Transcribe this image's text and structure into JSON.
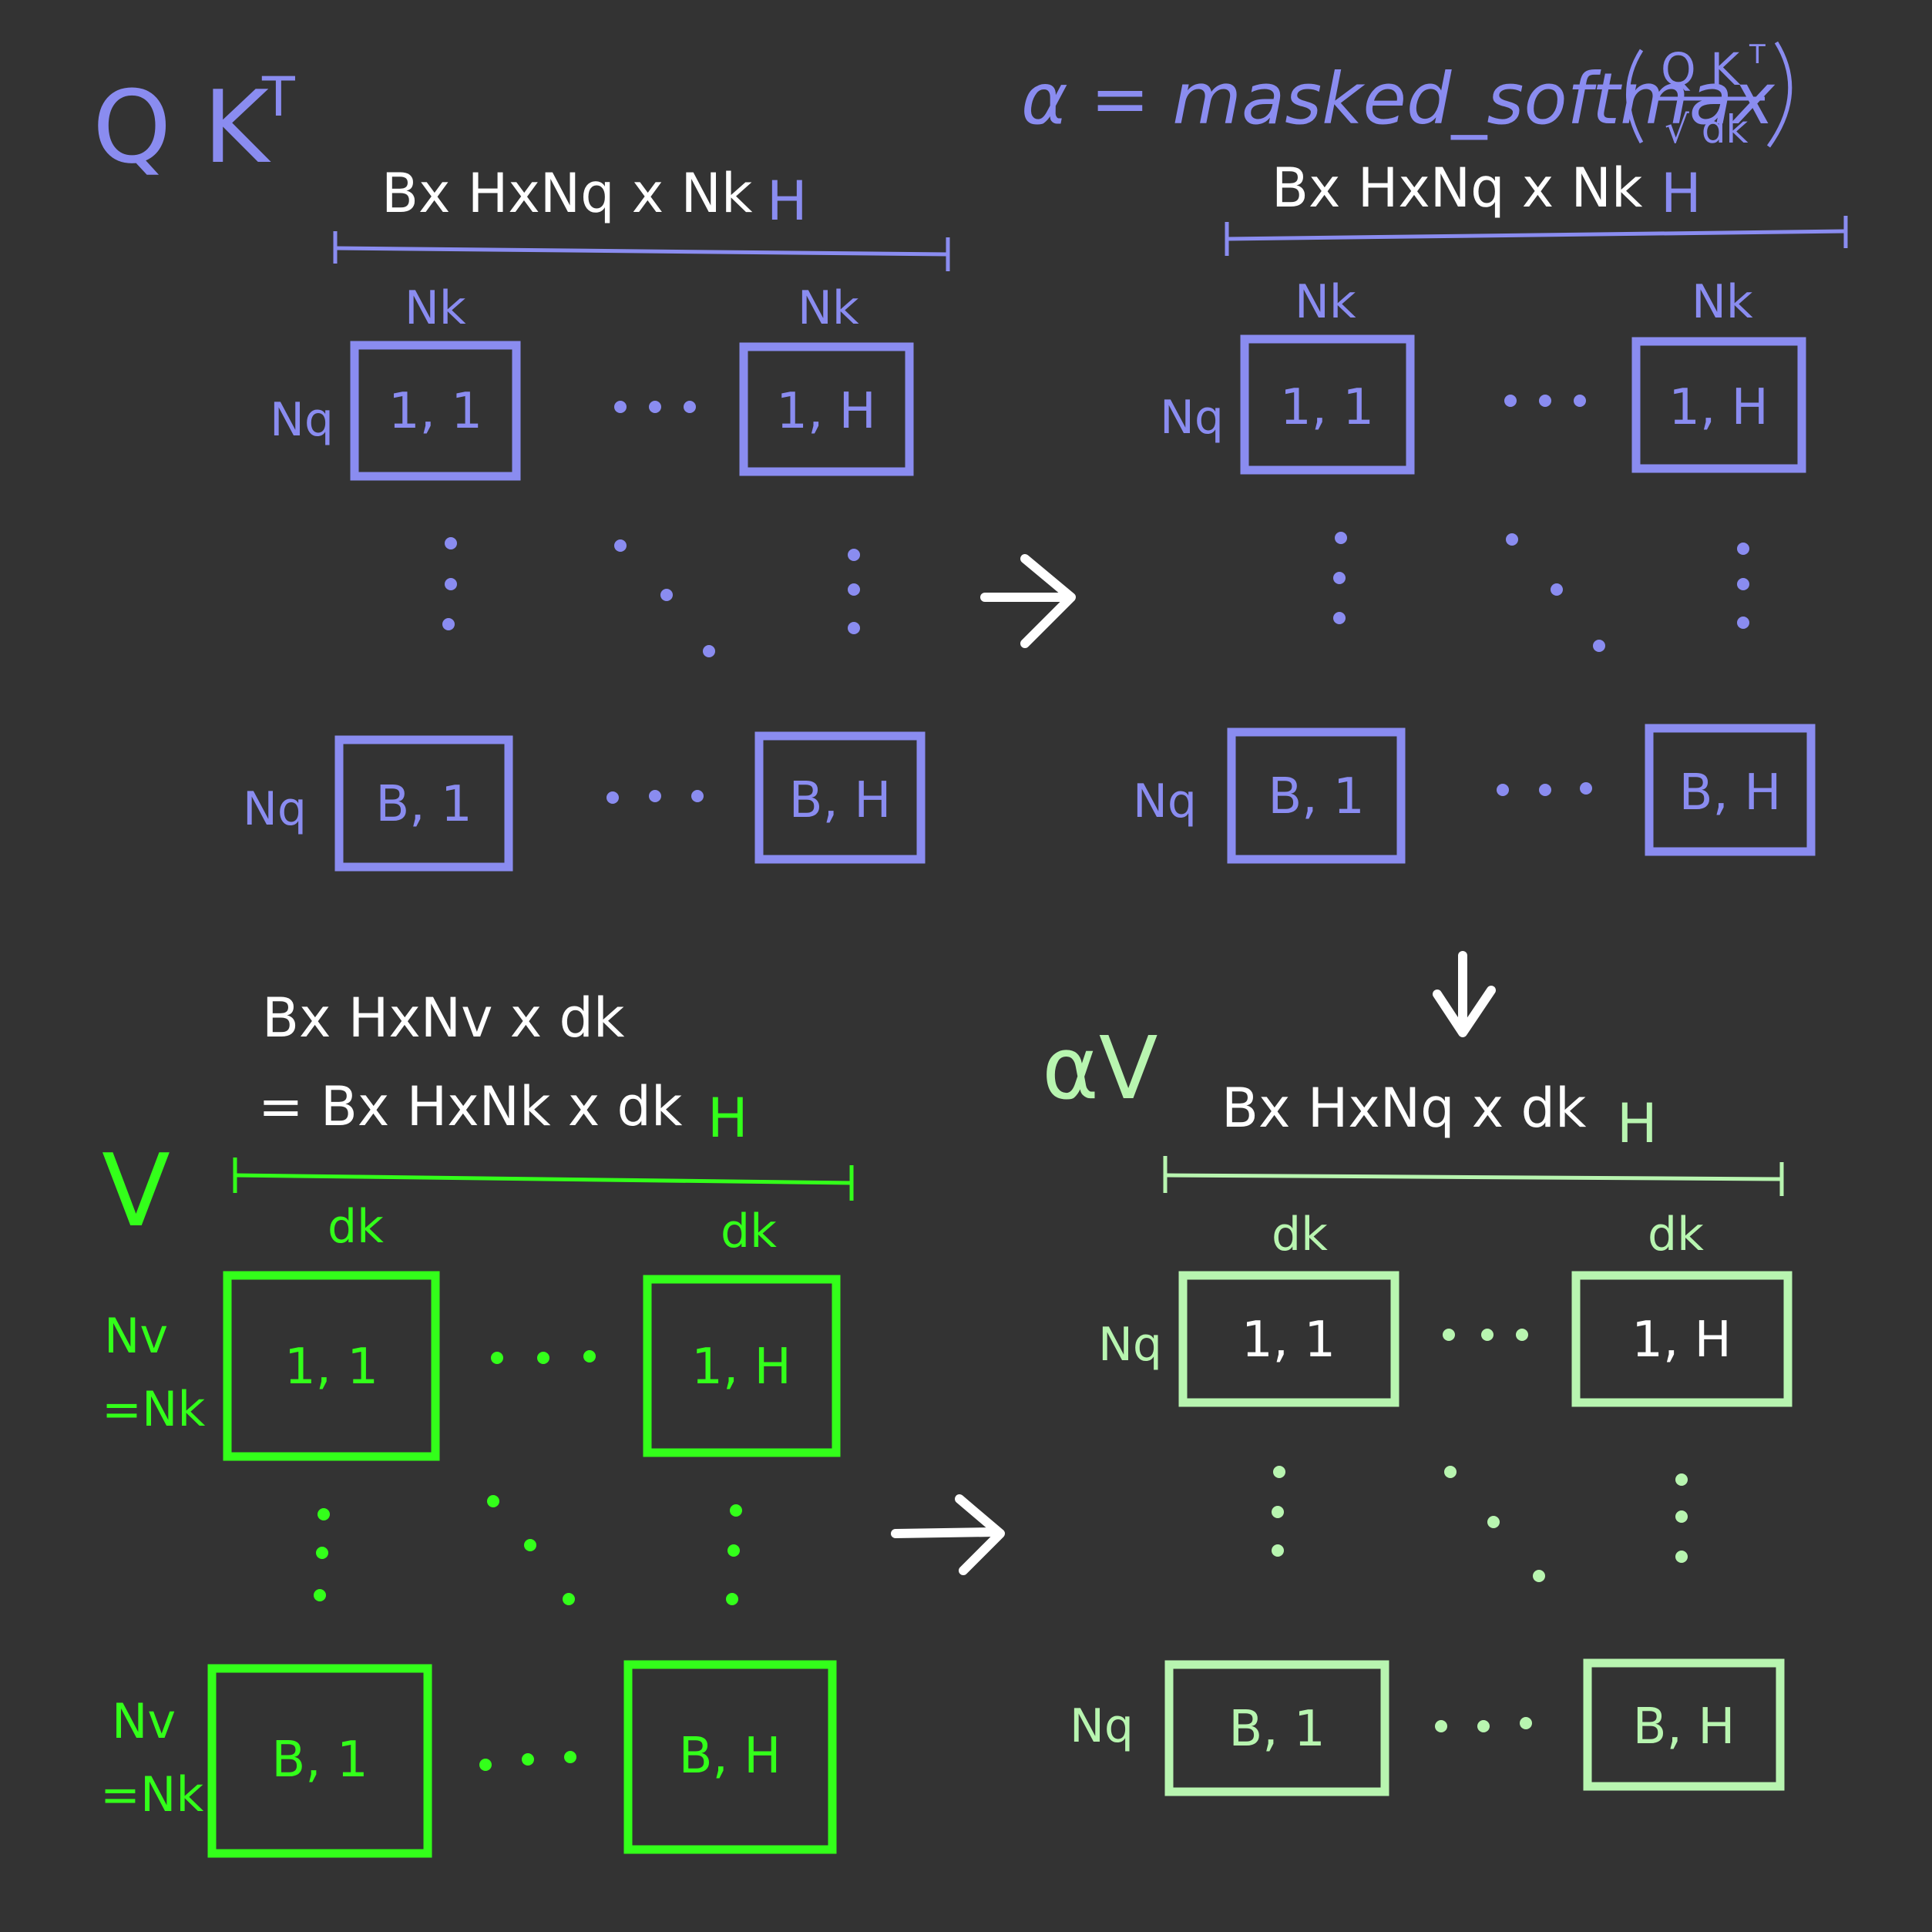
{
  "colors": {
    "background": "#333333",
    "blue": "#8a8cf0",
    "green": "#33ff1a",
    "light_green": "#b8f5b0",
    "white": "#ffffff"
  },
  "qk": {
    "title_main": "Q K",
    "title_sup": "T",
    "shape": "Bx HxNq x Nk",
    "axis_label": "H",
    "col_label_left": "Nk",
    "col_label_right": "Nk",
    "row_label_top": "Nq",
    "row_label_bottom": "Nq",
    "box_11": "1, 1",
    "box_1H": "1, H",
    "box_B1": "B, 1",
    "box_BH": "B, H"
  },
  "alpha": {
    "formula_lhs": "α = masked_softmax",
    "formula_num": "Q K",
    "formula_num_sup": "T",
    "formula_den": "√ dk",
    "shape": "Bx HxNq x Nk",
    "axis_label": "H",
    "col_label_left": "Nk",
    "col_label_right": "Nk",
    "row_label_top": "Nq",
    "row_label_bottom": "Nq",
    "box_11": "1, 1",
    "box_1H": "1, H",
    "box_B1": "B, 1",
    "box_BH": "B, H"
  },
  "v": {
    "title": "V",
    "shape_line1": "Bx HxNv x dk",
    "shape_line2": "= Bx HxNk x dk",
    "axis_label": "H",
    "col_label_left": "dk",
    "col_label_right": "dk",
    "row_label_top_1": "Nv",
    "row_label_top_2": "=Nk",
    "row_label_bottom_1": "Nv",
    "row_label_bottom_2": "=Nk",
    "box_11": "1, 1",
    "box_1H": "1, H",
    "box_B1": "B, 1",
    "box_BH": "B, H"
  },
  "av": {
    "title": "αV",
    "shape": "Bx HxNq x dk",
    "axis_label": "H",
    "col_label_left": "dk",
    "col_label_right": "dk",
    "row_label_top": "Nq",
    "row_label_bottom": "Nq",
    "box_11": "1, 1",
    "box_1H": "1, H",
    "box_B1": "B, 1",
    "box_BH": "B, H"
  },
  "arrows": {
    "qk_to_alpha": "right-arrow",
    "alpha_to_av": "down-arrow",
    "v_to_av": "right-arrow"
  }
}
